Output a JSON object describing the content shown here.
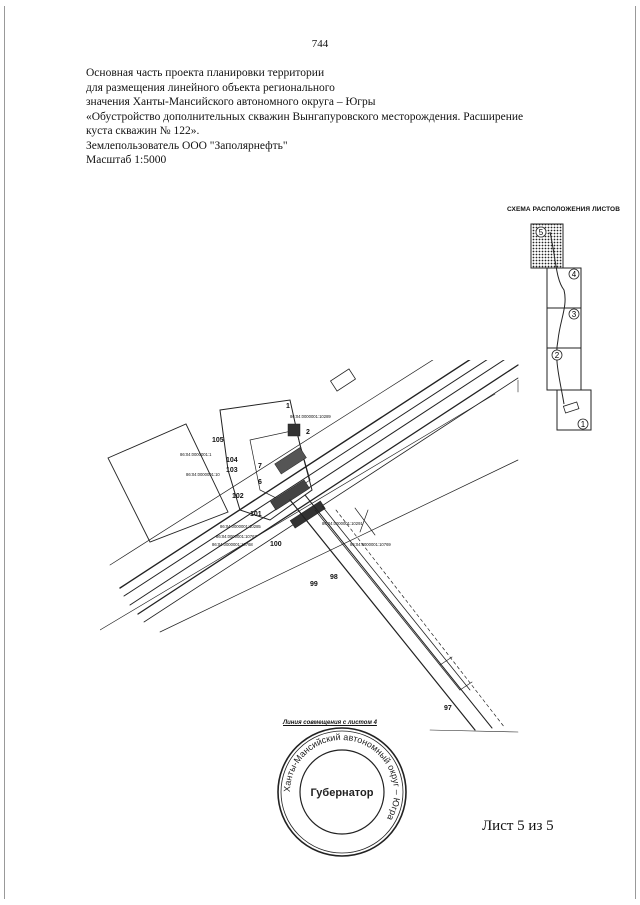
{
  "page": {
    "number": "744"
  },
  "header": {
    "lines": [
      "Основная часть проекта планировки территории",
      "для размещения линейного объекта регионального",
      "значения Ханты-Мансийского автономного округа – Югры",
      "«Обустройство дополнительных скважин Вынгапуровского месторождения. Расширение",
      "куста скважин № 122».",
      "Землепользователь ООО \"Заполярнефть\"",
      "Масштаб 1:5000"
    ]
  },
  "scheme": {
    "title": "СХЕМА РАСПОЛОЖЕНИЯ ЛИСТОВ",
    "sheets": [
      "5",
      "4",
      "3",
      "2",
      "1"
    ]
  },
  "drawing": {
    "cadastral_labels": [
      "86:04:0000001:10289",
      "86:04:0000001:1",
      "86:04:0000001:10",
      "86:04:0000001:10291",
      "86:04:0000001:10285",
      "86:04:0000001:10767",
      "86:04:0000001:10768",
      "86:04:0000001:10769"
    ],
    "point_labels": [
      "105",
      "104",
      "103",
      "102",
      "101",
      "100",
      "99",
      "98",
      "97",
      "1",
      "2",
      "7",
      "6"
    ],
    "combine_line_label": "Линия совмещения с листом 4"
  },
  "stamp": {
    "ring_text": "Ханты-Мансийский автономный округ – Югра",
    "center_text": "Губернатор"
  },
  "footer": {
    "sheet_count": "Лист 5 из 5"
  }
}
